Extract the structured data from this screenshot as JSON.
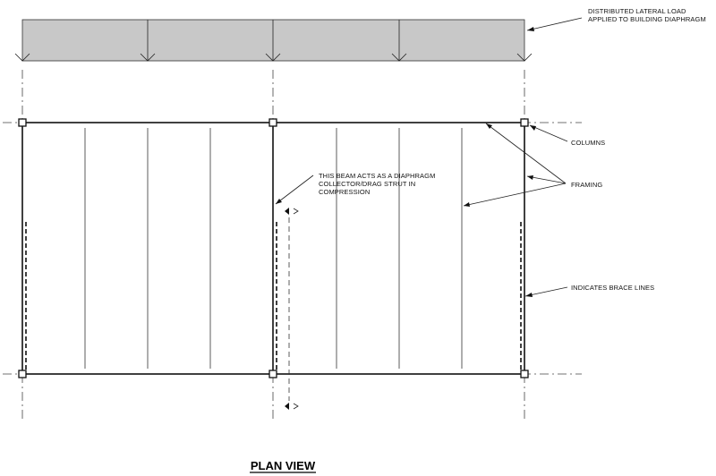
{
  "title": "PLAN VIEW",
  "notes": {
    "lateral_load": [
      "DISTRIBUTED LATERAL LOAD",
      "APPLIED TO BUILDING DIAPHRAGM"
    ],
    "columns": "COLUMNS",
    "framing": "FRAMING",
    "collector": [
      "THIS BEAM ACTS AS A DIAPHRAGM",
      "COLLECTOR/DRAG STRUT IN",
      "COMPRESSION"
    ],
    "brace_lines": "INDICATES BRACE LINES"
  },
  "colors": {
    "load_fill": "#c8c8c8",
    "line": "#111111"
  }
}
